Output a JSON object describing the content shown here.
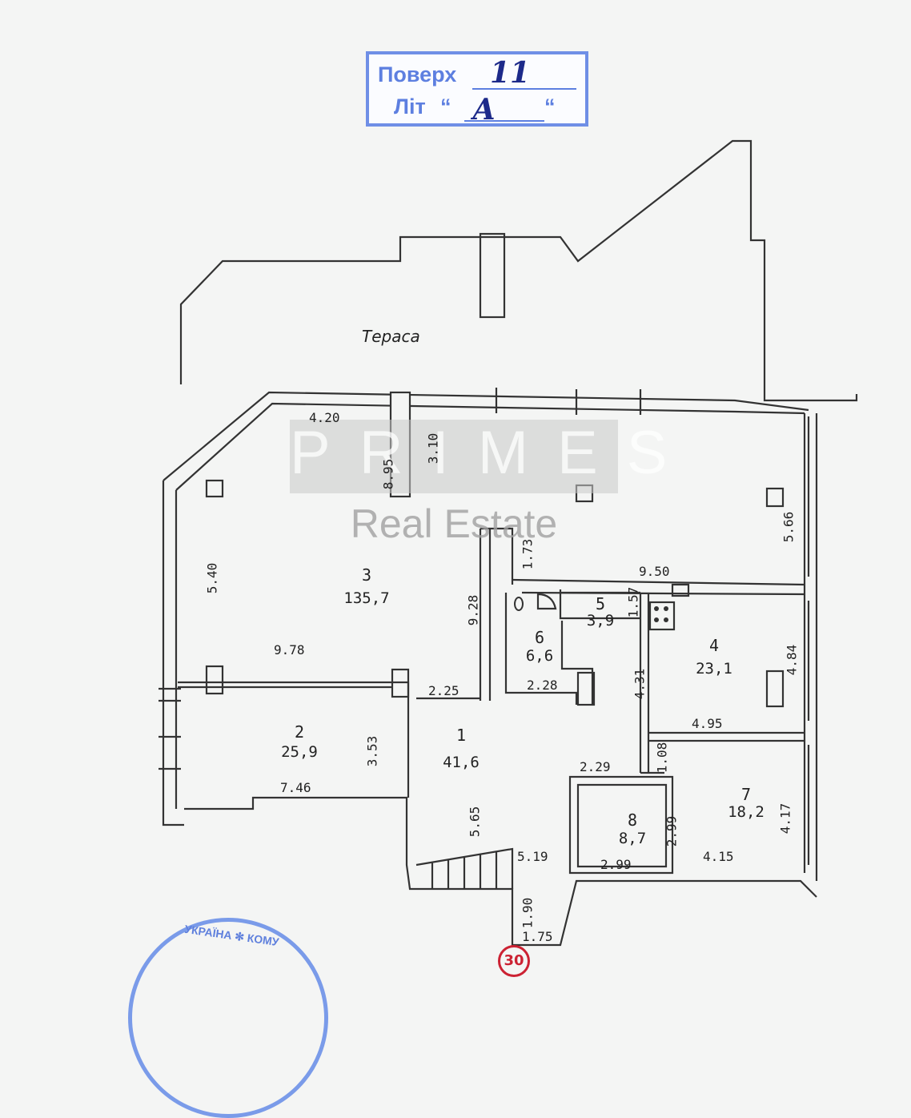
{
  "stamp": {
    "floor_label": "Поверх",
    "floor_value": "11",
    "letter_label": "Літ",
    "open_quote": "“",
    "letter_value": "А",
    "close_quote": "“"
  },
  "watermark": {
    "brand": "PRIMES",
    "subtitle": "Real Estate"
  },
  "terrace_label": "Тераса",
  "rooms": [
    {
      "number": "1",
      "area": "41,6"
    },
    {
      "number": "2",
      "area": "25,9"
    },
    {
      "number": "3",
      "area": "135,7"
    },
    {
      "number": "4",
      "area": "23,1"
    },
    {
      "number": "5",
      "area": "3,9"
    },
    {
      "number": "6",
      "area": "6,6"
    },
    {
      "number": "7",
      "area": "18,2"
    },
    {
      "number": "8",
      "area": "8,7"
    }
  ],
  "dimensions": {
    "d_420": "4.20",
    "d_310": "3.10",
    "d_895": "8.95",
    "d_566": "5.66",
    "d_540": "5.40",
    "d_173": "1.73",
    "d_950": "9.50",
    "d_928": "9.28",
    "d_157": "1.57",
    "d_978": "9.78",
    "d_484": "4.84",
    "d_431": "4.31",
    "d_225": "2.25",
    "d_228": "2.28",
    "d_495": "4.95",
    "d_353": "3.53",
    "d_108": "1.08",
    "d_229": "2.29",
    "d_746": "7.46",
    "d_565": "5.65",
    "d_299v": "2.99",
    "d_417": "4.17",
    "d_519": "5.19",
    "d_299h": "2.99",
    "d_415": "4.15",
    "d_190": "1.90",
    "d_175": "1.75"
  },
  "seal_text": "УКРАЇНА ✻ КОМУ",
  "page_number": "30"
}
